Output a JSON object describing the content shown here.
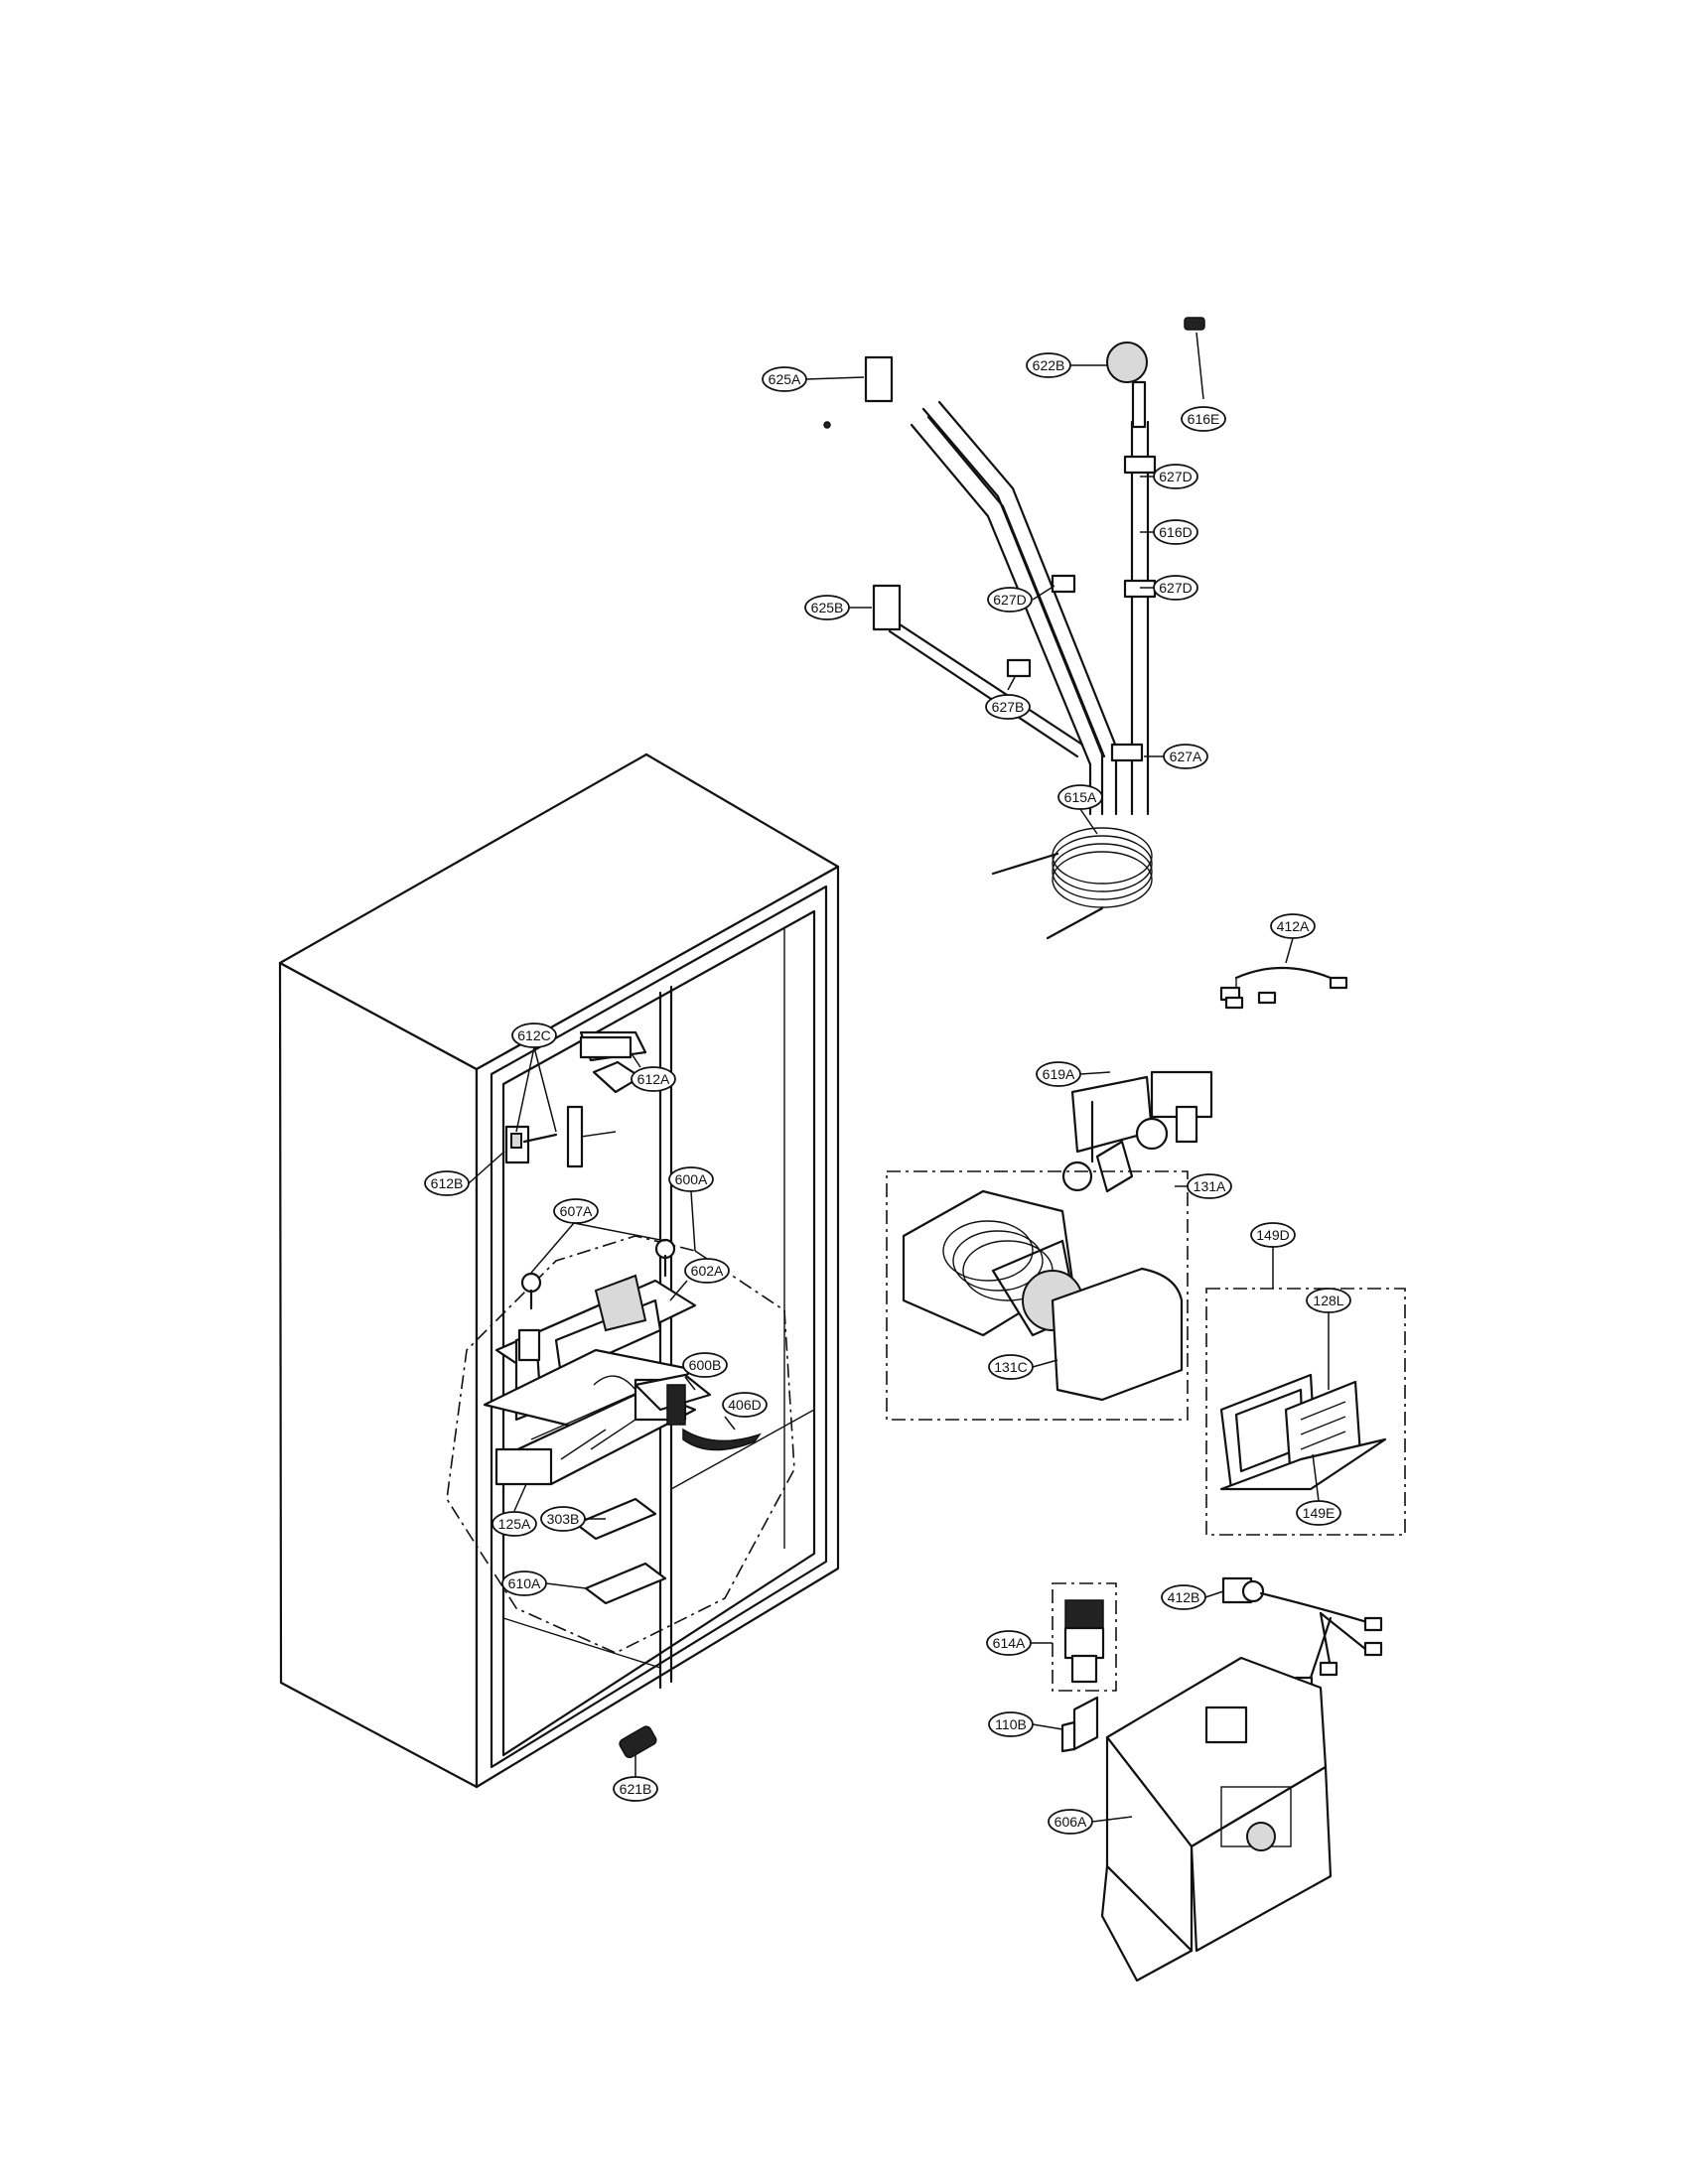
{
  "callouts": [
    {
      "id": "625A",
      "label": "625A"
    },
    {
      "id": "622B",
      "label": "622B"
    },
    {
      "id": "616E",
      "label": "616E"
    },
    {
      "id": "627D-1",
      "label": "627D"
    },
    {
      "id": "616D",
      "label": "616D"
    },
    {
      "id": "627D-2",
      "label": "627D"
    },
    {
      "id": "627D-3",
      "label": "627D"
    },
    {
      "id": "625B",
      "label": "625B"
    },
    {
      "id": "627B",
      "label": "627B"
    },
    {
      "id": "627A",
      "label": "627A"
    },
    {
      "id": "615A",
      "label": "615A"
    },
    {
      "id": "412A",
      "label": "412A"
    },
    {
      "id": "619A",
      "label": "619A"
    },
    {
      "id": "612A",
      "label": "612A"
    },
    {
      "id": "612C",
      "label": "612C"
    },
    {
      "id": "612B",
      "label": "612B"
    },
    {
      "id": "600A",
      "label": "600A"
    },
    {
      "id": "607A",
      "label": "607A"
    },
    {
      "id": "602A",
      "label": "602A"
    },
    {
      "id": "600B",
      "label": "600B"
    },
    {
      "id": "406D",
      "label": "406D"
    },
    {
      "id": "125A",
      "label": "125A"
    },
    {
      "id": "303B",
      "label": "303B"
    },
    {
      "id": "610A",
      "label": "610A"
    },
    {
      "id": "621B",
      "label": "621B"
    },
    {
      "id": "131A",
      "label": "131A"
    },
    {
      "id": "131C",
      "label": "131C"
    },
    {
      "id": "149D",
      "label": "149D"
    },
    {
      "id": "128L",
      "label": "128L"
    },
    {
      "id": "149E",
      "label": "149E"
    },
    {
      "id": "412B",
      "label": "412B"
    },
    {
      "id": "614A",
      "label": "614A"
    },
    {
      "id": "110B",
      "label": "110B"
    },
    {
      "id": "606A",
      "label": "606A"
    }
  ]
}
